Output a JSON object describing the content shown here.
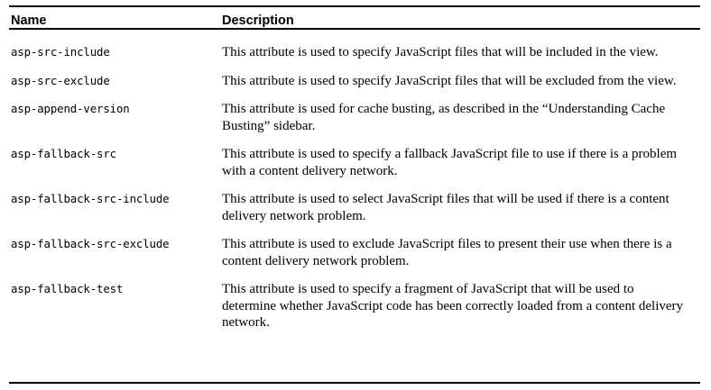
{
  "table": {
    "columns": [
      {
        "key": "name",
        "header": "Name"
      },
      {
        "key": "description",
        "header": "Description"
      }
    ],
    "rows": [
      {
        "name": "asp-src-include",
        "description": "This attribute is used to specify JavaScript files that will be included in the view."
      },
      {
        "name": "asp-src-exclude",
        "description": "This attribute is used to specify JavaScript files that will be excluded from the view."
      },
      {
        "name": "asp-append-version",
        "description": "This attribute is used for cache busting, as described in the “Understanding Cache Busting” sidebar."
      },
      {
        "name": "asp-fallback-src",
        "description": "This attribute is used to specify a fallback JavaScript file to use if there is a problem with a content delivery network."
      },
      {
        "name": "asp-fallback-src-include",
        "description": "This attribute is used to select JavaScript files that will be used if there is a content delivery network problem."
      },
      {
        "name": "asp-fallback-src-exclude",
        "description": "This attribute is used to exclude JavaScript files to present their use when there is a content delivery network problem."
      },
      {
        "name": "asp-fallback-test",
        "description": "This attribute is used to specify a fragment of JavaScript that will be used to determine whether JavaScript code has been correctly loaded from a content delivery network."
      }
    ]
  },
  "colors": {
    "text": "#000000",
    "rule": "#000000",
    "background": "#ffffff"
  }
}
